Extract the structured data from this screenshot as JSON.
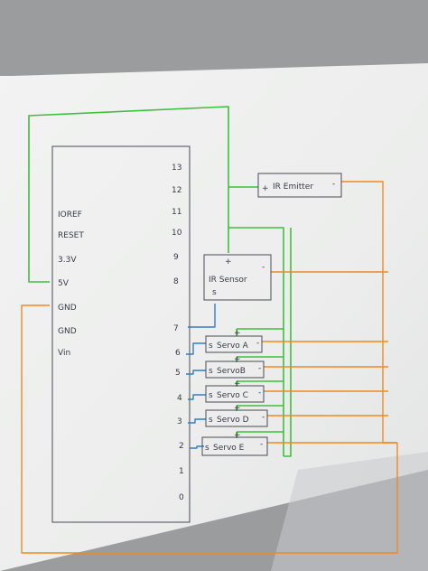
{
  "board": {
    "left_pins": [
      "IOREF",
      "RESET",
      "3.3V",
      "5V",
      "GND",
      "GND",
      "Vin"
    ],
    "right_pins": [
      "13",
      "12",
      "11",
      "10",
      "9",
      "8",
      "7",
      "6",
      "5",
      "4",
      "3",
      "2",
      "1",
      "0"
    ]
  },
  "components": {
    "ir_emitter": {
      "plus": "+",
      "label": "IR Emitter",
      "minus": "-"
    },
    "ir_sensor": {
      "plus": "+",
      "label": "IR Sensor",
      "minus": "-",
      "signal": "s"
    },
    "servos": [
      {
        "s": "s",
        "label": "Servo A",
        "minus": "-",
        "plus": "+"
      },
      {
        "s": "s",
        "label": "ServoB",
        "minus": "-",
        "plus": "+"
      },
      {
        "s": "s",
        "label": "Servo C",
        "minus": "-",
        "plus": "+"
      },
      {
        "s": "s",
        "label": "Servo D",
        "minus": "-",
        "plus": "+"
      },
      {
        "s": "s",
        "label": "Servo E",
        "minus": "-",
        "plus": "+"
      }
    ]
  },
  "wire_colors": {
    "power": "#3fbf3f",
    "ground": "#f08a1e",
    "signal": "#2f7fc8",
    "ink": "#3a3a48"
  }
}
